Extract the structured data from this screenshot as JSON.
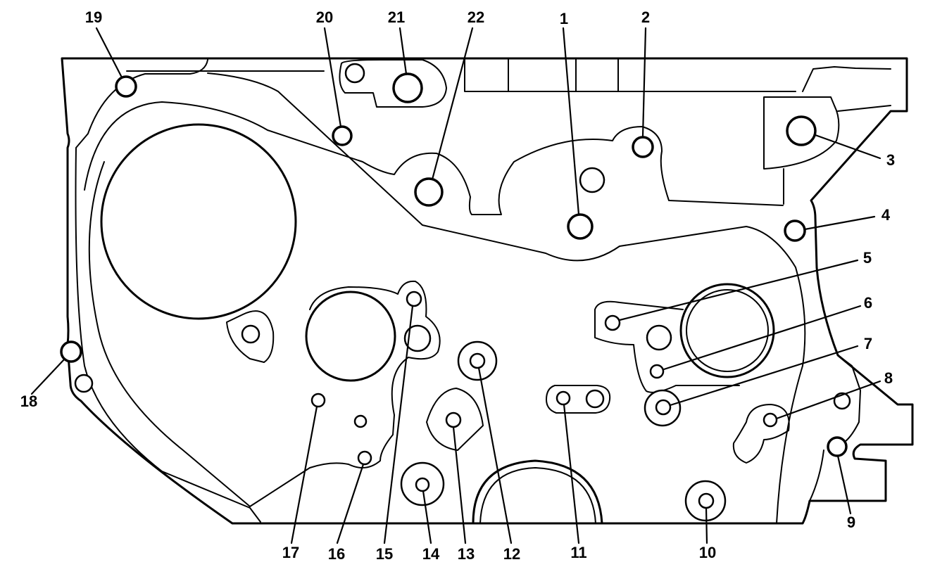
{
  "callouts": [
    "1",
    "2",
    "3",
    "4",
    "5",
    "6",
    "7",
    "8",
    "9",
    "10",
    "11",
    "12",
    "13",
    "14",
    "15",
    "16",
    "17",
    "18",
    "19",
    "20",
    "21",
    "22"
  ],
  "colors": {
    "line": "#000000",
    "background": "#ffffff"
  }
}
